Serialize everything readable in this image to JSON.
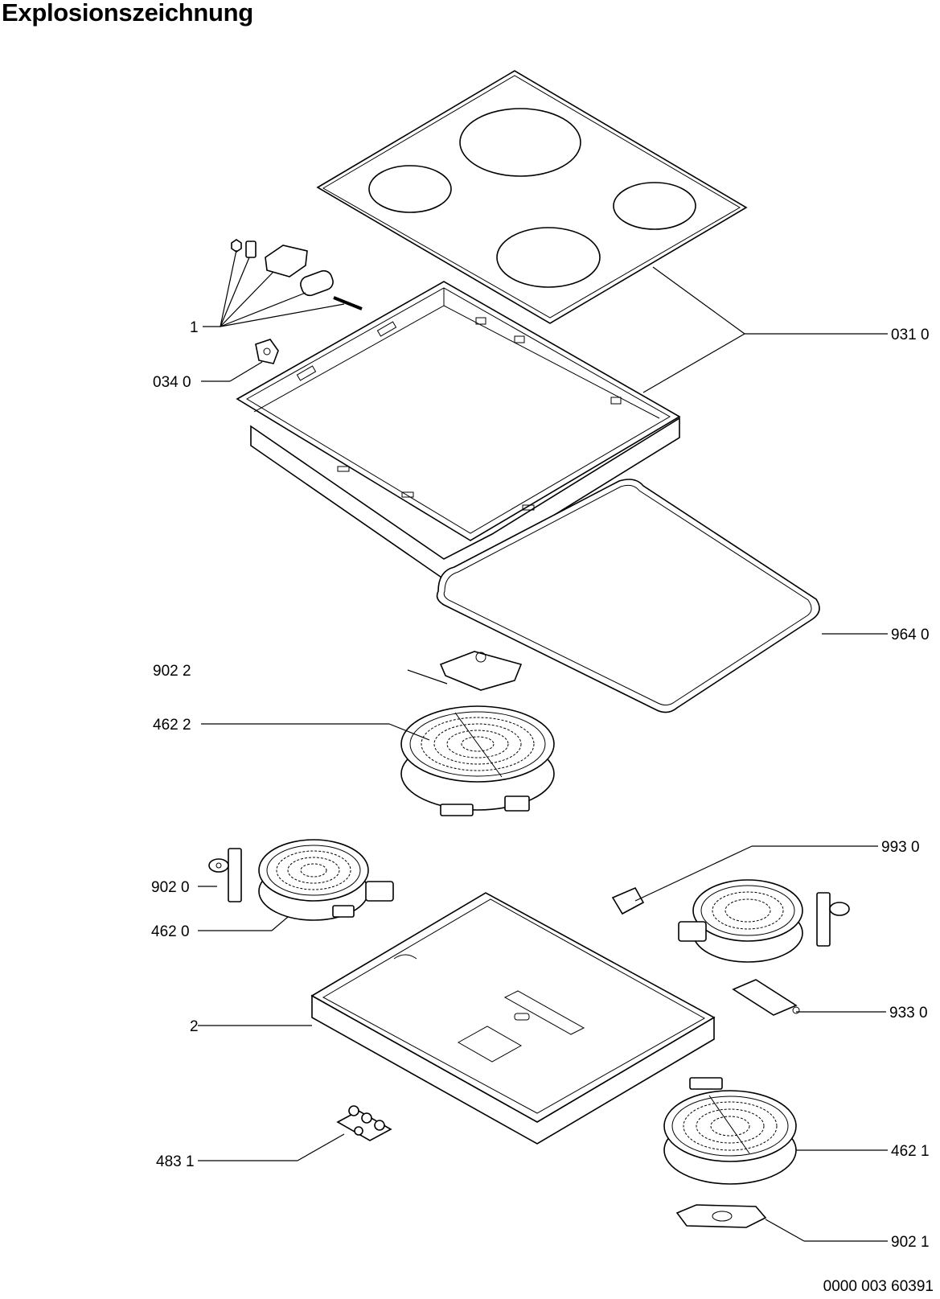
{
  "title": "Explosionszeichnung",
  "document_number": "0000 003 60391",
  "callouts": {
    "c1": "1",
    "c034": "034 0",
    "c031": "031 0",
    "c964": "964 0",
    "c9022": "902 2",
    "c4622": "462 2",
    "c993": "993 0",
    "c9020": "902 0",
    "c4620": "462 0",
    "c933": "933 0",
    "c2": "2",
    "c4831": "483 1",
    "c4621": "462 1",
    "c9021": "902 1"
  }
}
